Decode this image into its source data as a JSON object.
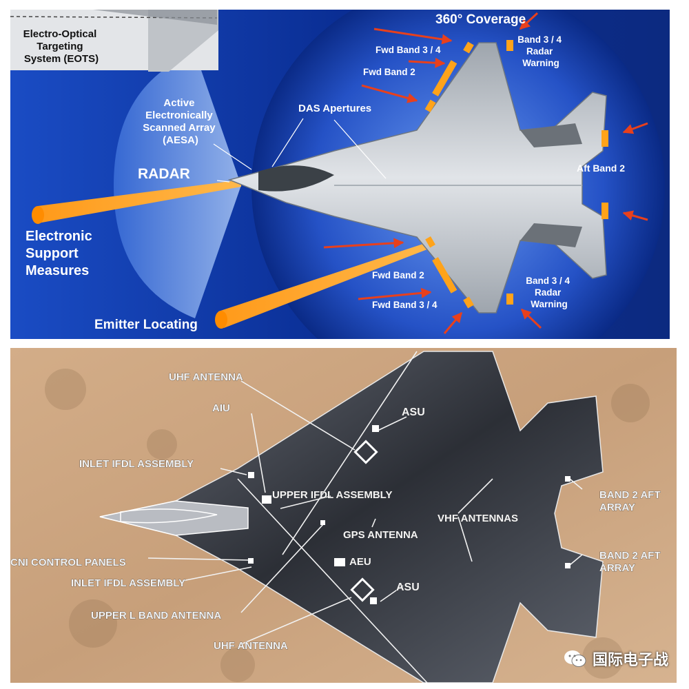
{
  "top_panel": {
    "coverage_title": "360° Coverage",
    "eots_label": [
      "Electro-Optical",
      "Targeting",
      "System (EOTS)"
    ],
    "aesa_label": [
      "Active",
      "Electronically",
      "Scanned Array",
      "(AESA)"
    ],
    "radar_label": "RADAR",
    "esm_label": [
      "Electronic",
      "Support",
      "Measures"
    ],
    "emitter_label": "Emitter Locating",
    "das_label": "DAS Apertures",
    "fwd_band34_top": "Fwd Band 3 / 4",
    "fwd_band2_top": "Fwd Band 2",
    "band34_warning_top": [
      "Band 3 / 4",
      "Radar",
      "Warning"
    ],
    "aft_band2": "Aft Band 2",
    "fwd_band2_bottom": "Fwd Band 2",
    "fwd_band34_bottom": "Fwd Band 3 / 4",
    "band34_warning_bottom": [
      "Band 3 / 4",
      "Radar",
      "Warning"
    ]
  },
  "bottom_panel": {
    "uhf_antenna_top": "UHF ANTENNA",
    "aiu": "AIU",
    "asu_top": "ASU",
    "inlet_ifdl_top": "INLET IFDL ASSEMBLY",
    "upper_ifdl": "UPPER IFDL ASSEMBLY",
    "vhf_antennas": "VHF ANTENNAS",
    "gps_antenna": "GPS ANTENNA",
    "band2_aft_top": [
      "BAND 2 AFT",
      "ARRAY"
    ],
    "cni_panels": "CNI CONTROL PANELS",
    "aeu": "AEU",
    "band2_aft_bottom": [
      "BAND 2 AFT",
      "ARRAY"
    ],
    "inlet_ifdl_bottom": "INLET IFDL ASSEMBLY",
    "asu_bottom": "ASU",
    "upper_l_band": "UPPER L BAND ANTENNA",
    "uhf_antenna_bottom": "UHF ANTENNA"
  },
  "watermark": {
    "text": "国际电子战",
    "icon": "wechat-icon"
  },
  "colors": {
    "top_bg": "#0a2a86",
    "accent_orange": "#ff8c00",
    "arrow_red": "#e8401c",
    "desert": "#c9a27c"
  }
}
